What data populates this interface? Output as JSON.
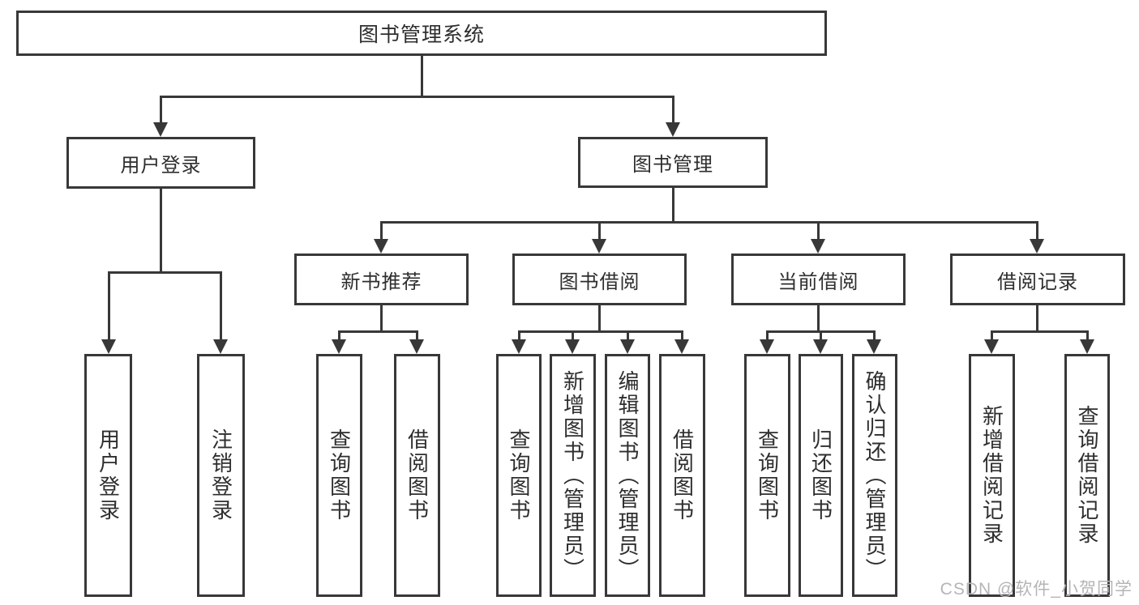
{
  "tree": {
    "label": "图书管理系统",
    "children": [
      {
        "label": "用户登录",
        "children": [
          {
            "label": "用户登录"
          },
          {
            "label": "注销登录"
          }
        ]
      },
      {
        "label": "图书管理",
        "children": [
          {
            "label": "新书推荐",
            "children": [
              {
                "label": "查询图书"
              },
              {
                "label": "借阅图书"
              }
            ]
          },
          {
            "label": "图书借阅",
            "children": [
              {
                "label": "查询图书"
              },
              {
                "label": "新增图书（管理员）"
              },
              {
                "label": "编辑图书（管理员）"
              },
              {
                "label": "借阅图书"
              }
            ]
          },
          {
            "label": "当前借阅",
            "children": [
              {
                "label": "查询图书"
              },
              {
                "label": "归还图书"
              },
              {
                "label": "确认归还（管理员）"
              }
            ]
          },
          {
            "label": "借阅记录",
            "children": [
              {
                "label": "新增借阅记录"
              },
              {
                "label": "查询借阅记录"
              }
            ]
          }
        ]
      }
    ]
  },
  "watermark": {
    "text": "CSDN @软件_小贺同学"
  },
  "colors": {
    "line": "#383838",
    "text": "#2e2e2e",
    "watermark": "#b5b5b5",
    "background": "#ffffff"
  }
}
